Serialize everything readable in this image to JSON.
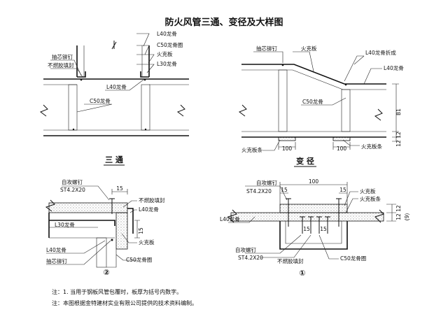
{
  "title": "防火风管三通、变径及大样图",
  "tee": {
    "caption": "三 通",
    "labels": {
      "l40": "L40龙骨",
      "c50_ring": "C50龙骨圈",
      "fireboard": "火克板",
      "l30": "L30龙骨",
      "rivet": "抽芯铆钉",
      "sealant": "不燃胶填封",
      "l40_b": "L40龙骨",
      "c50": "C50龙骨"
    }
  },
  "reducer": {
    "caption": "变 径",
    "labels": {
      "rivet": "抽芯铆钉",
      "fireboard": "火克板",
      "l40_fold": "L40龙骨折成",
      "l40": "L40龙骨",
      "c50": "C50龙骨",
      "strip": "火克板条",
      "dim_100a": "100",
      "dim_100b": "100",
      "b1": "B1",
      "dim_12a": "12",
      "dim_12b": "12"
    }
  },
  "detail2": {
    "marker": "②",
    "labels": {
      "screw": "自攻螺钉",
      "screw_spec": "ST4.2X20",
      "dim_15a": "15",
      "sealant": "不燃胶填封",
      "l40": "L40龙骨",
      "l30": "L30龙骨",
      "dim_15b": "15",
      "fireboard": "火克板",
      "l40_b": "L40龙骨",
      "rivet": "抽芯铆钉",
      "c50": "C50龙骨圈"
    }
  },
  "detail1": {
    "marker": "①",
    "labels": {
      "screw": "自攻螺钉",
      "screw_spec": "ST4.2X20",
      "dim_100": "100",
      "dim_15a": "15",
      "dim_15b": "15",
      "strip": "火克板条",
      "fireboard": "火克板",
      "l40": "L40龙骨",
      "dim_12a": "12",
      "dim_12b": "12",
      "dim_9": "(9)",
      "dim_15c": "15",
      "dim_15d": "15",
      "screw2": "自攻螺钉",
      "screw2_spec": "ST4.2X20",
      "sealant": "不燃胶填封",
      "c50": "C50龙骨圈"
    }
  },
  "notes": [
    "注：1. 当用于钢板风管包覆时，板厚为括号内数字。",
    "注：本图根据金特建材实业有限公司提供的技术资料编制。"
  ]
}
